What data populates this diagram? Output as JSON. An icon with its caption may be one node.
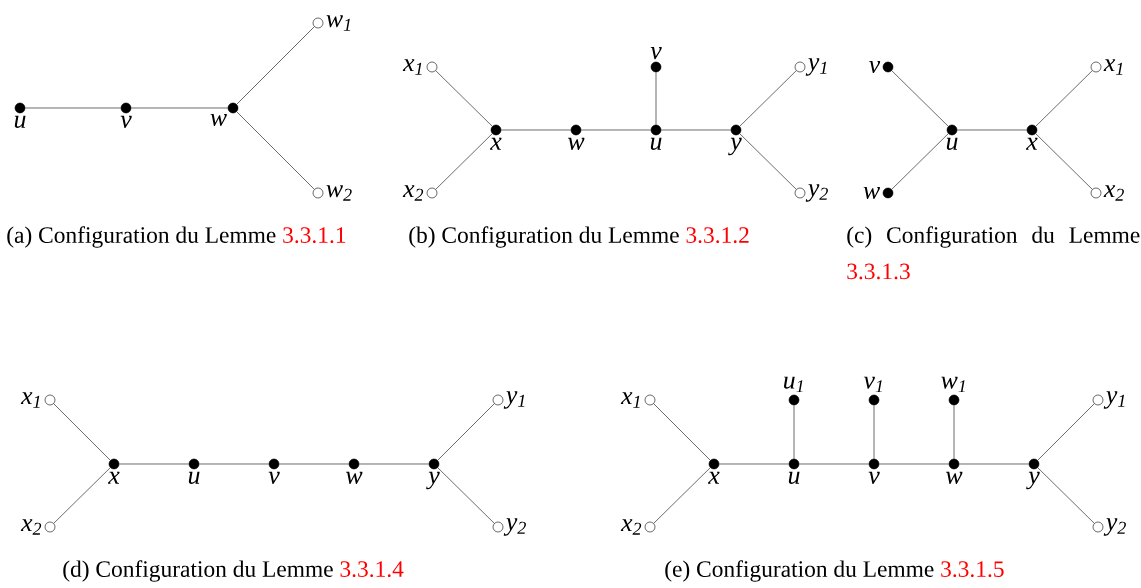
{
  "diagram": {
    "nodes": [
      {
        "text": [],
        "shape": "dot",
        "beside": [
          "u"
        ]
      },
      {
        "text": [],
        "shape": "dot",
        "beside": [
          "v"
        ]
      },
      {
        "text": [],
        "shape": "dot",
        "beside": [
          "w"
        ]
      },
      {
        "text": [],
        "shape": "circle",
        "beside": [
          "w$_{1}$"
        ]
      },
      {
        "text": [],
        "shape": "circle",
        "beside": [
          "w$_{2}$"
        ]
      },
      {
        "text": [],
        "shape": "circle",
        "beside": [
          "x$_{1}$"
        ]
      },
      {
        "text": [],
        "shape": "circle",
        "beside": [
          "x$_{2}$"
        ]
      },
      {
        "text": [],
        "shape": "dot",
        "beside": [
          "x"
        ]
      },
      {
        "text": [],
        "shape": "dot",
        "beside": [
          "w"
        ]
      },
      {
        "text": [],
        "shape": "dot",
        "beside": [
          "v"
        ]
      },
      {
        "text": [],
        "shape": "dot",
        "beside": [
          "u"
        ]
      },
      {
        "text": [],
        "shape": "dot",
        "beside": [
          "y"
        ]
      },
      {
        "text": [],
        "shape": "circle",
        "beside": [
          "y$_{1}$"
        ]
      },
      {
        "text": [],
        "shape": "circle",
        "beside": [
          "y$_{2}$"
        ]
      },
      {
        "text": [],
        "shape": "dot",
        "beside": [
          "v"
        ]
      },
      {
        "text": [],
        "shape": "dot",
        "beside": [
          "w"
        ]
      },
      {
        "text": [],
        "shape": "dot",
        "beside": [
          "u"
        ]
      },
      {
        "text": [],
        "shape": "dot",
        "beside": [
          "x"
        ]
      },
      {
        "text": [],
        "shape": "circle",
        "beside": [
          "x$_{1}$"
        ]
      },
      {
        "text": [],
        "shape": "circle",
        "beside": [
          "x$_{2}$"
        ]
      },
      {
        "text": [],
        "shape": "circle",
        "beside": [
          "x$_{1}$"
        ]
      },
      {
        "text": [],
        "shape": "circle",
        "beside": [
          "x$_{2}$"
        ]
      },
      {
        "text": [],
        "shape": "dot",
        "beside": [
          "x"
        ]
      },
      {
        "text": [],
        "shape": "dot",
        "beside": [
          "u"
        ]
      },
      {
        "text": [],
        "shape": "dot",
        "beside": [
          "v"
        ]
      },
      {
        "text": [],
        "shape": "dot",
        "beside": [
          "w"
        ]
      },
      {
        "text": [],
        "shape": "dot",
        "beside": [
          "y"
        ]
      },
      {
        "text": [],
        "shape": "circle",
        "beside": [
          "y$_{1}$"
        ]
      },
      {
        "text": [],
        "shape": "circle",
        "beside": [
          "y$_{2}$"
        ]
      },
      {
        "text": [],
        "shape": "circle",
        "beside": [
          "x$_{1}$"
        ]
      },
      {
        "text": [],
        "shape": "circle",
        "beside": [
          "x$_{2}$"
        ]
      },
      {
        "text": [],
        "shape": "dot",
        "beside": [
          "x"
        ]
      },
      {
        "text": [],
        "shape": "dot",
        "beside": [
          "u$_{1}$"
        ]
      },
      {
        "text": [],
        "shape": "dot",
        "beside": [
          "v$_{1}$"
        ]
      },
      {
        "text": [],
        "shape": "dot",
        "beside": [
          "w$_{1}$"
        ]
      },
      {
        "text": [],
        "shape": "dot",
        "beside": [
          "u"
        ]
      },
      {
        "text": [],
        "shape": "dot",
        "beside": [
          "v"
        ]
      },
      {
        "text": [],
        "shape": "dot",
        "beside": [
          "w"
        ]
      },
      {
        "text": [],
        "shape": "dot",
        "beside": [
          "y"
        ]
      },
      {
        "text": [],
        "shape": "circle",
        "beside": [
          "y$_{1}$"
        ]
      },
      {
        "text": [],
        "shape": "circle",
        "beside": [
          "y$_{2}$"
        ]
      }
    ],
    "edges": [
      {
        "from": 0,
        "to": 1,
        "arrow": "none"
      },
      {
        "from": 1,
        "to": 2,
        "arrow": "none"
      },
      {
        "from": 2,
        "to": 3,
        "arrow": "none"
      },
      {
        "from": 2,
        "to": 4,
        "arrow": "none"
      },
      {
        "from": 5,
        "to": 7,
        "arrow": "none"
      },
      {
        "from": 6,
        "to": 7,
        "arrow": "none"
      },
      {
        "from": 7,
        "to": 8,
        "arrow": "none"
      },
      {
        "from": 8,
        "to": 10,
        "arrow": "none"
      },
      {
        "from": 9,
        "to": 10,
        "arrow": "none"
      },
      {
        "from": 10,
        "to": 11,
        "arrow": "none"
      },
      {
        "from": 11,
        "to": 12,
        "arrow": "none"
      },
      {
        "from": 11,
        "to": 13,
        "arrow": "none"
      },
      {
        "from": 14,
        "to": 16,
        "arrow": "none"
      },
      {
        "from": 15,
        "to": 16,
        "arrow": "none"
      },
      {
        "from": 16,
        "to": 17,
        "arrow": "none"
      },
      {
        "from": 17,
        "to": 18,
        "arrow": "none"
      },
      {
        "from": 17,
        "to": 19,
        "arrow": "none"
      },
      {
        "from": 20,
        "to": 22,
        "arrow": "none"
      },
      {
        "from": 21,
        "to": 22,
        "arrow": "none"
      },
      {
        "from": 22,
        "to": 23,
        "arrow": "none"
      },
      {
        "from": 23,
        "to": 24,
        "arrow": "none"
      },
      {
        "from": 24,
        "to": 25,
        "arrow": "none"
      },
      {
        "from": 25,
        "to": 26,
        "arrow": "none"
      },
      {
        "from": 26,
        "to": 27,
        "arrow": "none"
      },
      {
        "from": 26,
        "to": 28,
        "arrow": "none"
      },
      {
        "from": 29,
        "to": 31,
        "arrow": "none"
      },
      {
        "from": 30,
        "to": 31,
        "arrow": "none"
      },
      {
        "from": 31,
        "to": 35,
        "arrow": "none"
      },
      {
        "from": 32,
        "to": 35,
        "arrow": "none"
      },
      {
        "from": 35,
        "to": 36,
        "arrow": "none"
      },
      {
        "from": 33,
        "to": 36,
        "arrow": "none"
      },
      {
        "from": 36,
        "to": 37,
        "arrow": "none"
      },
      {
        "from": 34,
        "to": 37,
        "arrow": "none"
      },
      {
        "from": 37,
        "to": 38,
        "arrow": "none"
      },
      {
        "from": 38,
        "to": 39,
        "arrow": "none"
      },
      {
        "from": 38,
        "to": 40,
        "arrow": "none"
      }
    ],
    "labels": [
      "(a) Configuration du Lemme",
      "3.3.1.1",
      "(b) Configuration du Lemme",
      "3.3.1.2",
      "(c) Configuration du Lemme",
      "3.3.1.3",
      "(d) Configuration du Lemme",
      "3.3.1.4",
      "(e) Configuration du Lemme",
      "3.3.1.5"
    ]
  }
}
